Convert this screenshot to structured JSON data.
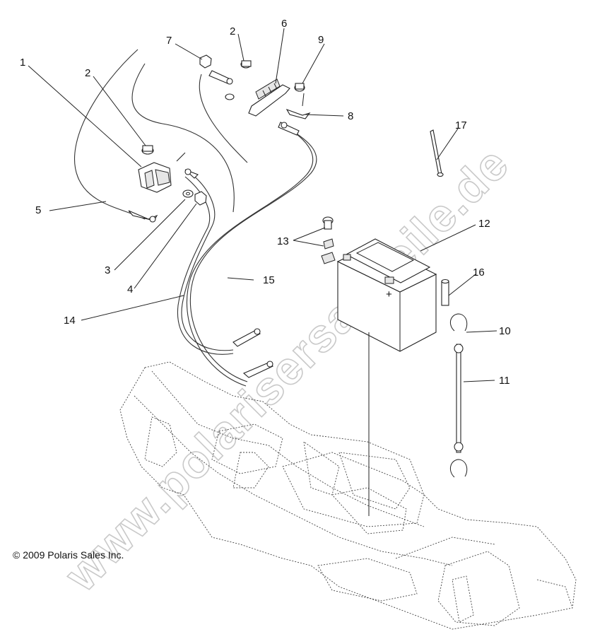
{
  "callouts": {
    "c1": "1",
    "c2a": "2",
    "c2b": "2",
    "c3": "3",
    "c4": "4",
    "c5": "5",
    "c6": "6",
    "c7": "7",
    "c8": "8",
    "c9": "9",
    "c10": "10",
    "c11": "11",
    "c12": "12",
    "c13": "13",
    "c14": "14",
    "c15": "15",
    "c16": "16",
    "c17": "17"
  },
  "copyright": "© 2009 Polaris Sales Inc.",
  "watermark": "www.polarisersatzteile.de",
  "battery_terminal_mark": "+"
}
